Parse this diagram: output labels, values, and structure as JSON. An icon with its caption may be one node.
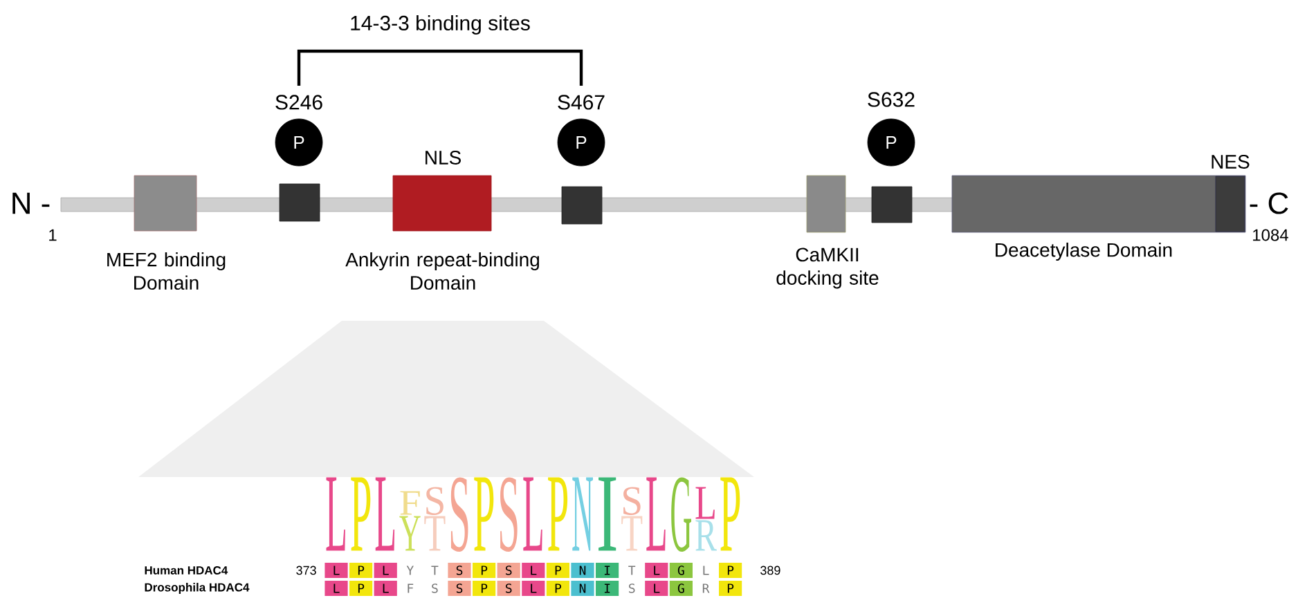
{
  "diagram": {
    "nodes": [
      {
        "text": [
          "MEF2 binding Domain"
        ]
      },
      {
        "text": [],
        "shape": "box"
      },
      {
        "text": [
          "P"
        ],
        "beside": [
          "S246"
        ]
      },
      {
        "text": [
          "NLS",
          "Ankyrin repeat-binding Domain"
        ]
      },
      {
        "text": [],
        "shape": "box"
      },
      {
        "text": [
          "P"
        ],
        "beside": [
          "S467"
        ]
      },
      {
        "text": [
          "CaMKII docking site"
        ]
      },
      {
        "text": [],
        "shape": "box"
      },
      {
        "text": [
          "P"
        ],
        "beside": [
          "S632"
        ]
      },
      {
        "text": [
          "Deacetylase Domain"
        ]
      },
      {
        "text": [
          "NES"
        ],
        "in": 9
      }
    ],
    "labels": [
      "14-3-3 binding sites",
      "N -",
      "1",
      "- C",
      "1084",
      "L",
      "P",
      "L",
      "F",
      "Y",
      "S",
      "T",
      "S",
      "P",
      "S",
      "L",
      "P",
      "N",
      "I",
      "S",
      "T",
      "L",
      "G",
      "L",
      "R",
      "P",
      "Human  HDAC4",
      "373",
      "L",
      "P",
      "L",
      "Y",
      "T",
      "S",
      "P",
      "S",
      "L",
      "P",
      "N",
      "I",
      "T",
      "L",
      "G",
      "L",
      "P",
      "389",
      "Drosophila  HDAC4",
      "L",
      "P",
      "L",
      "F",
      "S",
      "S",
      "P",
      "S",
      "L",
      "P",
      "N",
      "I",
      "S",
      "L",
      "G",
      "R",
      "P"
    ]
  }
}
